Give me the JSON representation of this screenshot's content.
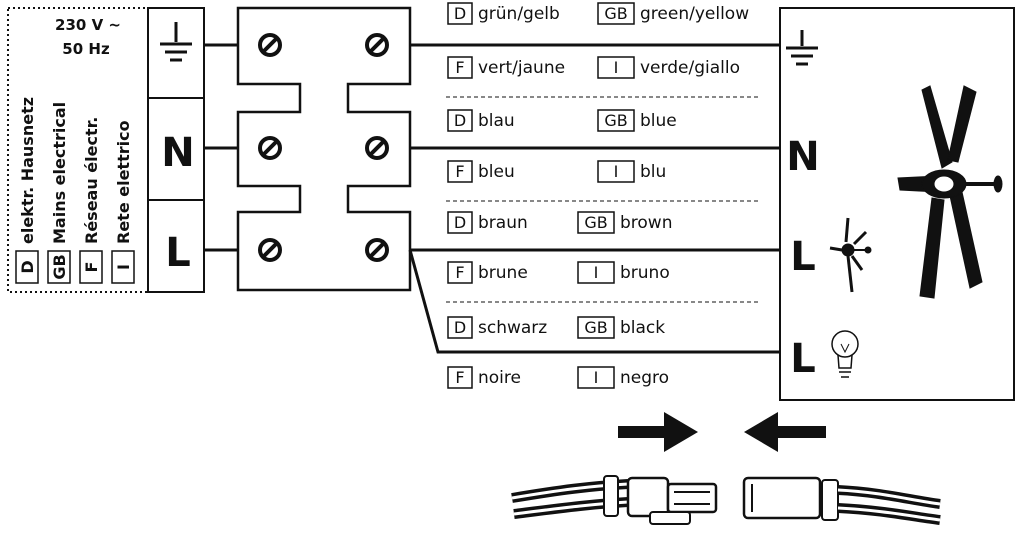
{
  "mains": {
    "voltage": "230 V ~",
    "frequency": "50 Hz",
    "languages": [
      {
        "code": "D",
        "label": "elektr. Hausnetz"
      },
      {
        "code": "GB",
        "label": "Mains electrical"
      },
      {
        "code": "F",
        "label": "Réseau électr."
      },
      {
        "code": "I",
        "label": "Rete elettrico"
      }
    ]
  },
  "terminals": {
    "earth_symbol": "earth-ground-icon",
    "neutral": "N",
    "live": "L"
  },
  "wires": [
    {
      "entries": [
        {
          "code": "D",
          "text": "grün/gelb"
        },
        {
          "code": "GB",
          "text": "green/yellow"
        },
        {
          "code": "F",
          "text": "vert/jaune"
        },
        {
          "code": "I",
          "text": "verde/giallo"
        }
      ]
    },
    {
      "entries": [
        {
          "code": "D",
          "text": "blau"
        },
        {
          "code": "GB",
          "text": "blue"
        },
        {
          "code": "F",
          "text": "bleu"
        },
        {
          "code": "I",
          "text": "blu"
        }
      ]
    },
    {
      "entries": [
        {
          "code": "D",
          "text": "braun"
        },
        {
          "code": "GB",
          "text": "brown"
        },
        {
          "code": "F",
          "text": "brune"
        },
        {
          "code": "I",
          "text": "bruno"
        }
      ]
    },
    {
      "entries": [
        {
          "code": "D",
          "text": "schwarz"
        },
        {
          "code": "GB",
          "text": "black"
        },
        {
          "code": "F",
          "text": "noire"
        },
        {
          "code": "I",
          "text": "negro"
        }
      ]
    }
  ],
  "fan_side": {
    "neutral": "N",
    "live_fan": "L",
    "live_light": "L",
    "icons": [
      "earth-ground-icon",
      "fan-icon",
      "light-bulb-icon",
      "ceiling-fan-icon"
    ]
  },
  "connectors": {
    "icons": [
      "arrow-right-icon",
      "arrow-left-icon",
      "plug-connector-icon",
      "socket-connector-icon"
    ]
  }
}
